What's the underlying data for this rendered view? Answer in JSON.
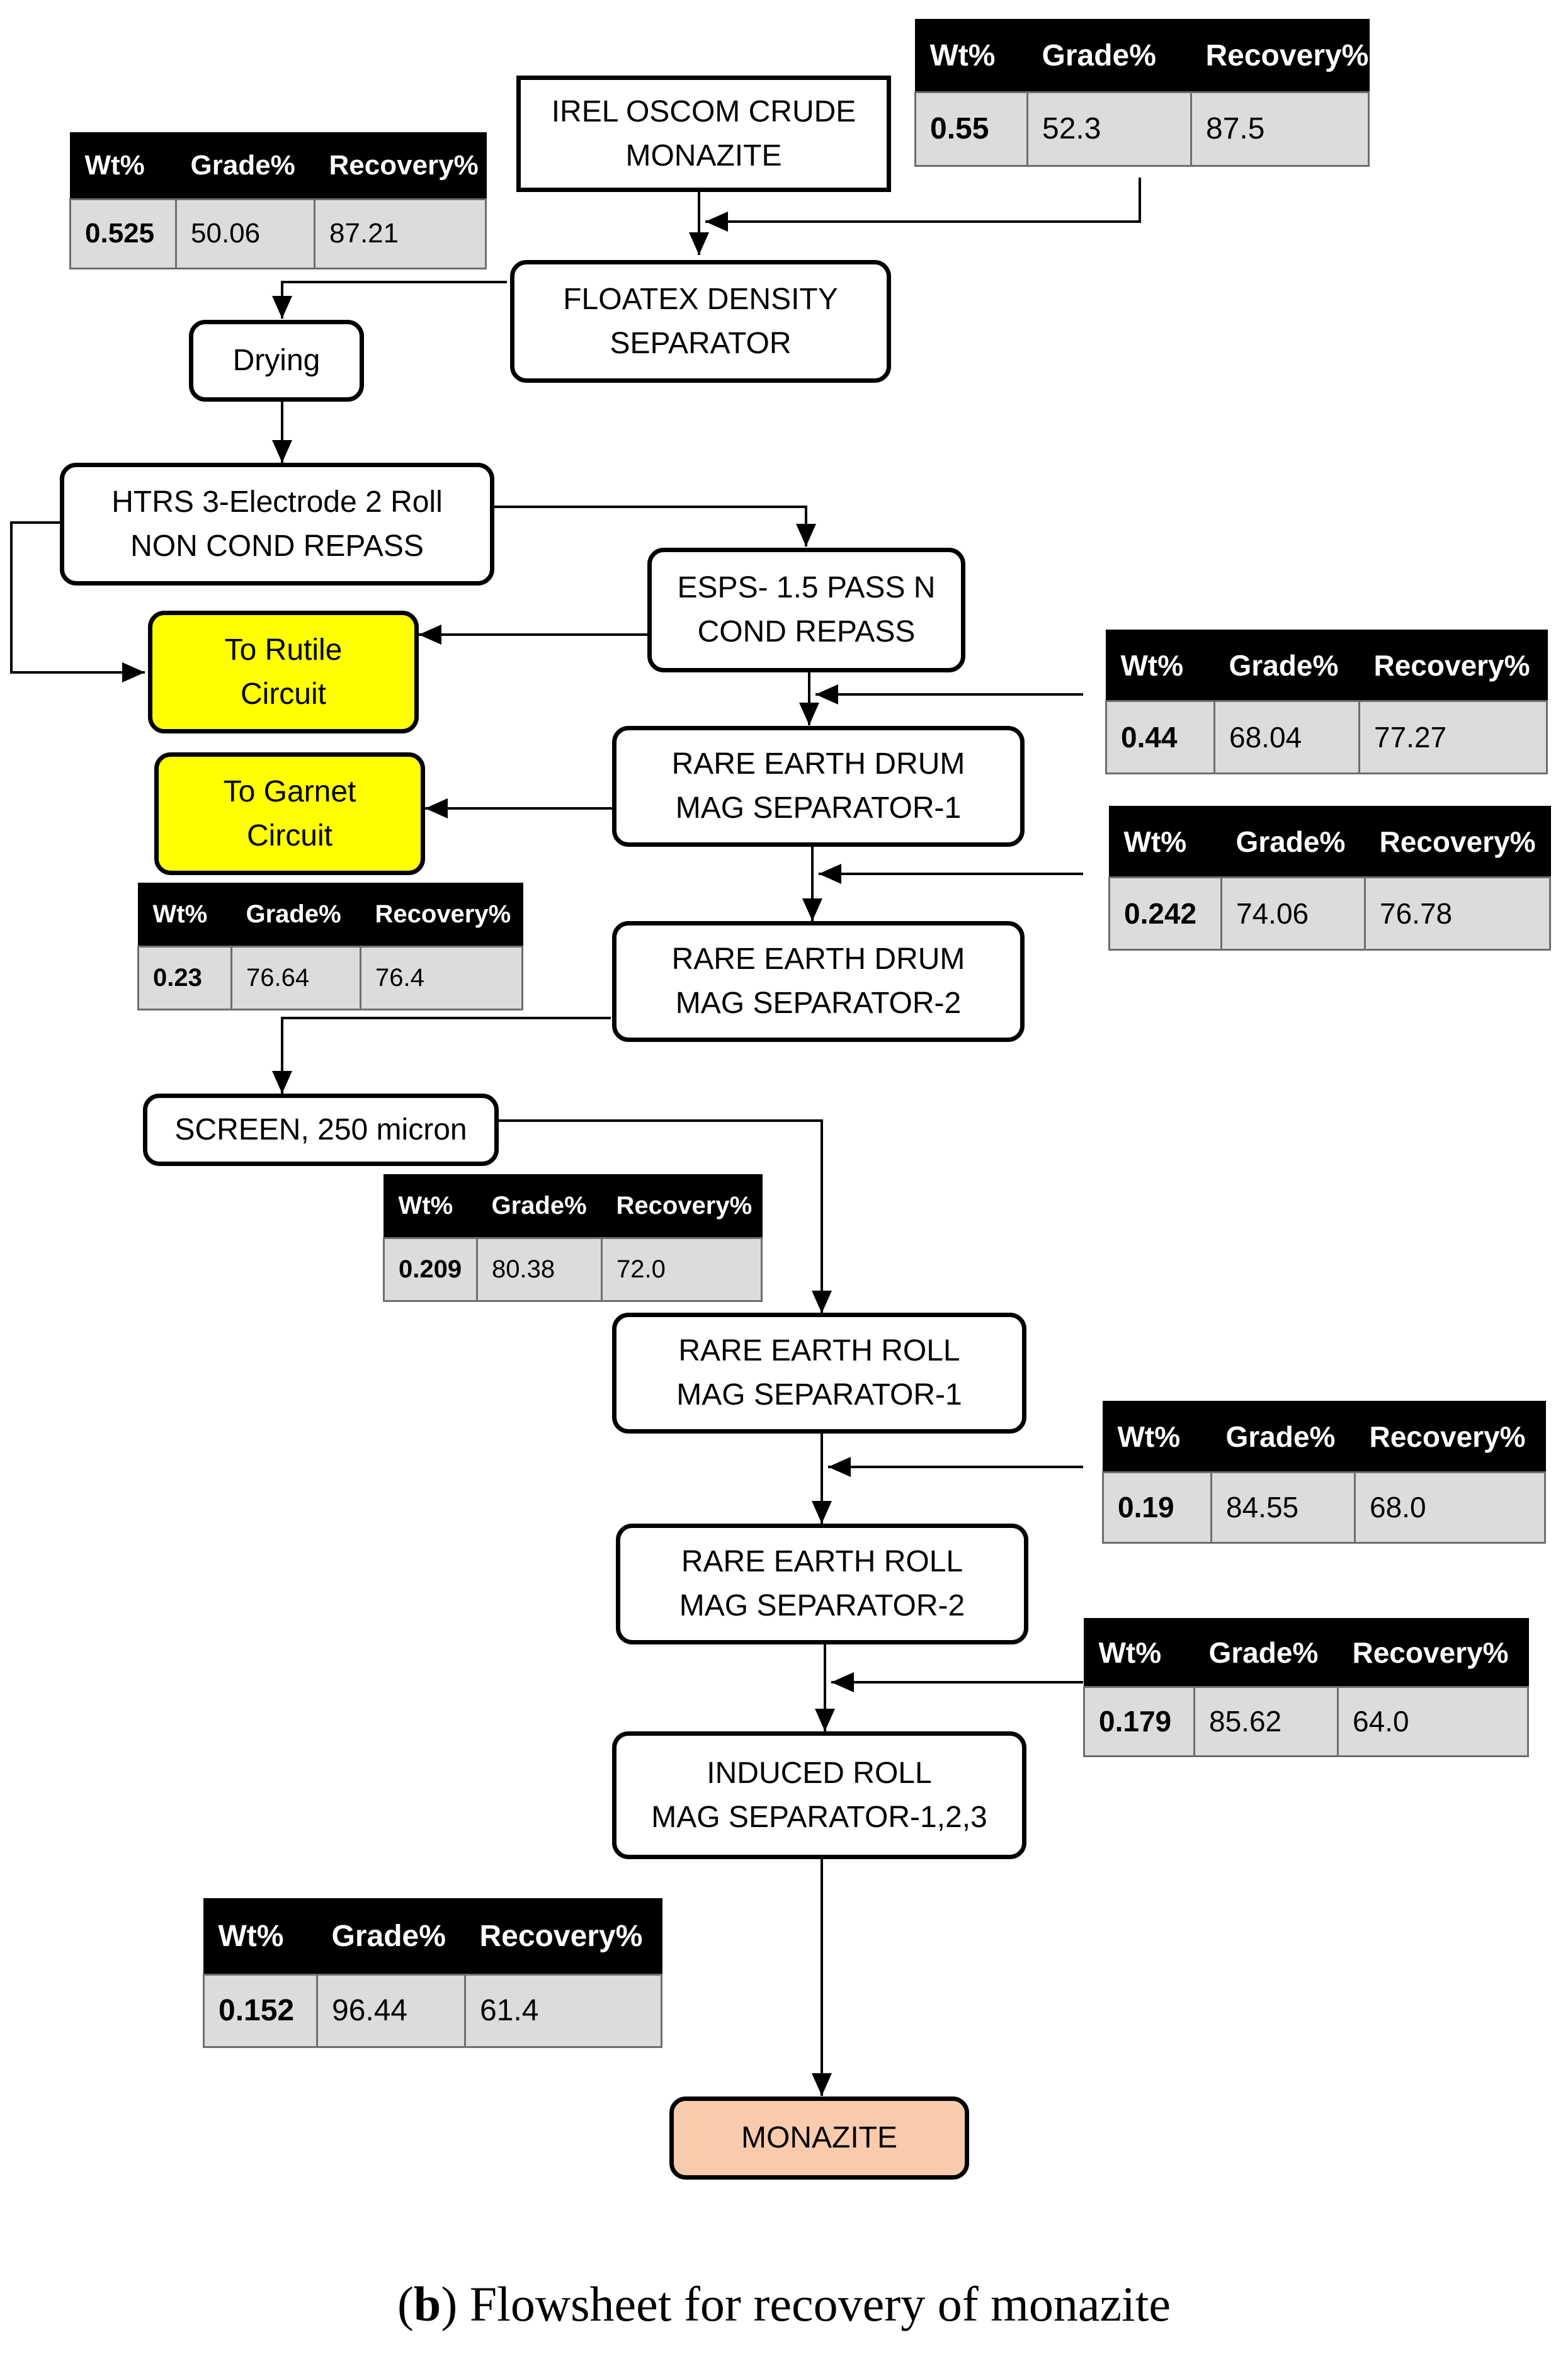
{
  "nodes": {
    "crude": "IREL OSCOM CRUDE\nMONAZITE",
    "floatex": "FLOATEX DENSITY\nSEPARATOR",
    "drying": "Drying",
    "htrs": "HTRS 3-Electrode 2 Roll\nNON COND REPASS",
    "esps": "ESPS- 1.5 PASS N\nCOND REPASS",
    "rutile": "To Rutile\nCircuit",
    "garnet": "To Garnet\nCircuit",
    "drum1": "RARE EARTH DRUM\nMAG SEPARATOR-1",
    "drum2": "RARE EARTH DRUM\nMAG SEPARATOR-2",
    "screen": "SCREEN, 250 micron",
    "roll1": "RARE EARTH ROLL\nMAG SEPARATOR-1",
    "roll2": "RARE EARTH ROLL\nMAG SEPARATOR-2",
    "induced": "INDUCED ROLL\nMAG SEPARATOR-1,2,3",
    "monazite": "MONAZITE"
  },
  "colors": {
    "yellow": "#ffff00",
    "peach": "#f9cbad",
    "table_body": "#dcdcdc",
    "table_header": "#000000"
  },
  "tables": {
    "headers": [
      "Wt%",
      "Grade%",
      "Recovery%"
    ],
    "t_crude": [
      "0.55",
      "52.3",
      "87.5"
    ],
    "t_floatex": [
      "0.525",
      "50.06",
      "87.21"
    ],
    "t_drum1": [
      "0.44",
      "68.04",
      "77.27"
    ],
    "t_drum2": [
      "0.242",
      "74.06",
      "76.78"
    ],
    "t_garnet": [
      "0.23",
      "76.64",
      "76.4"
    ],
    "t_screen": [
      "0.209",
      "80.38",
      "72.0"
    ],
    "t_roll2": [
      "0.19",
      "84.55",
      "68.0"
    ],
    "t_induced": [
      "0.179",
      "85.62",
      "64.0"
    ],
    "t_final": [
      "0.152",
      "96.44",
      "61.4"
    ]
  },
  "caption": {
    "label": "b",
    "text": " Flowsheet for recovery of monazite"
  }
}
